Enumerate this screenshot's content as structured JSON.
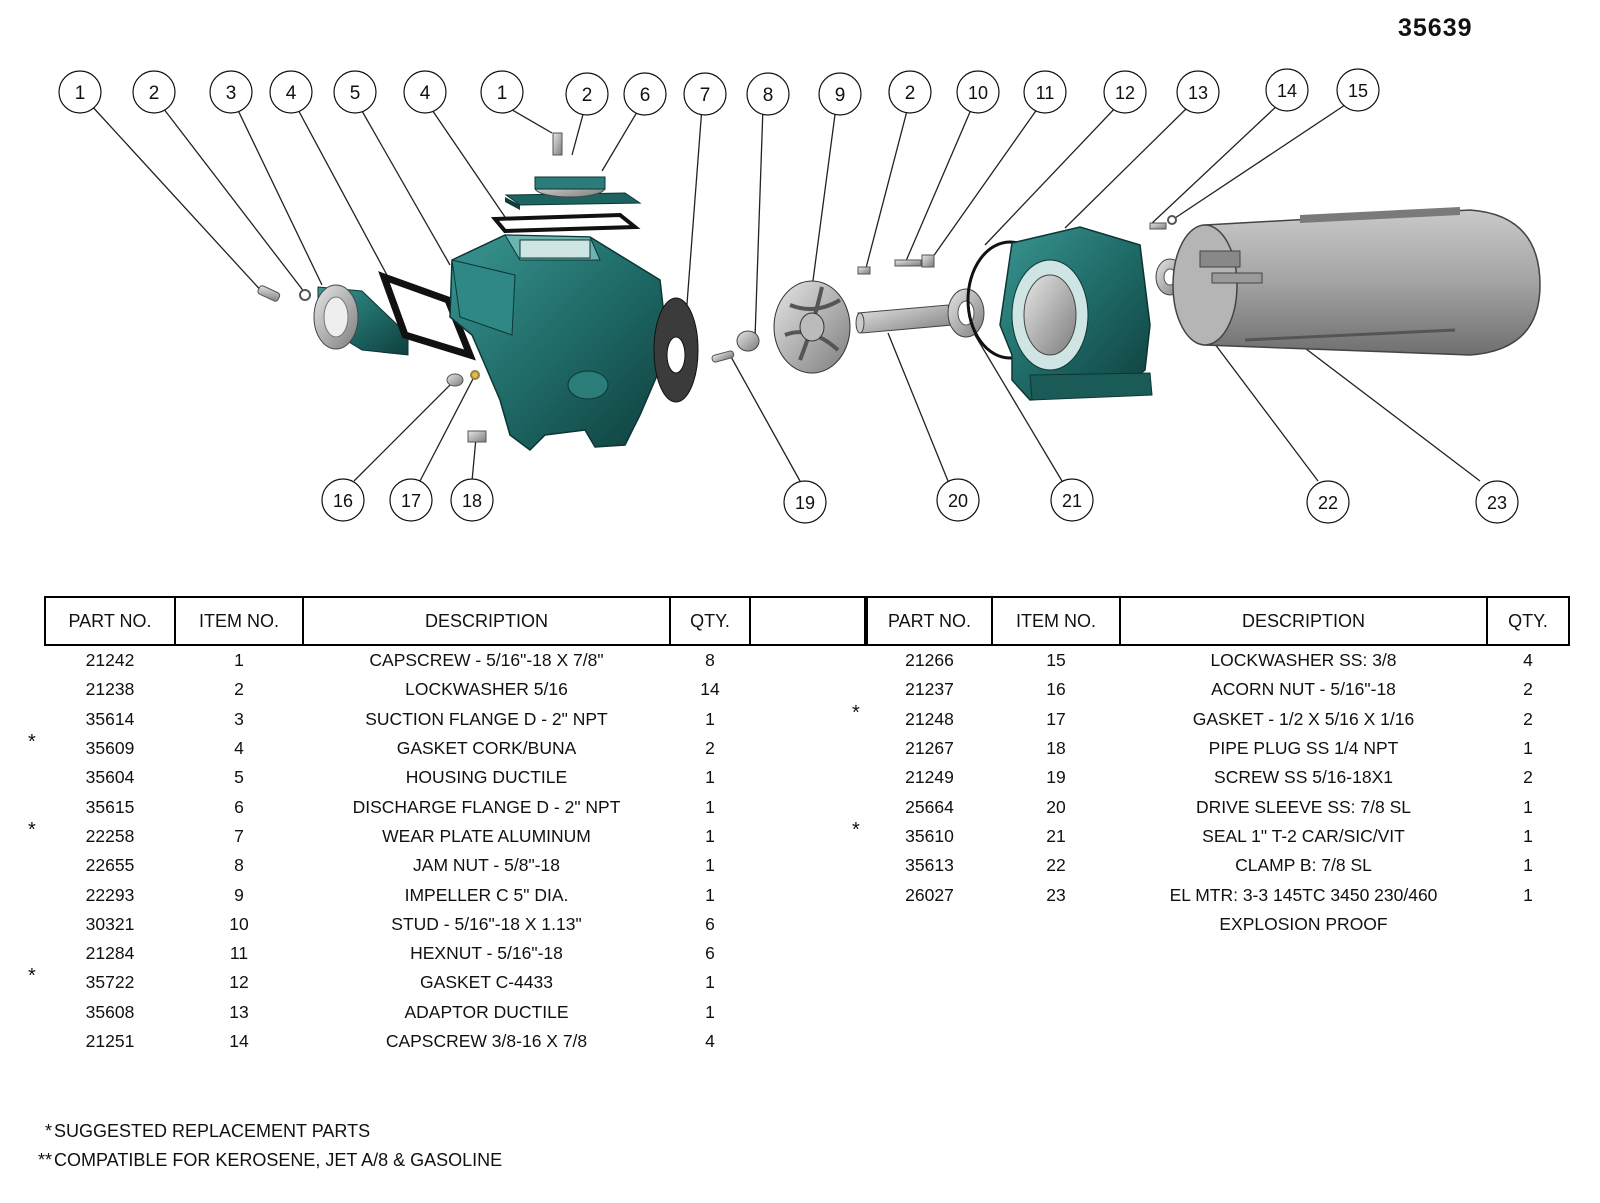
{
  "document": {
    "number": "35639"
  },
  "callouts": [
    "1",
    "2",
    "3",
    "4",
    "5",
    "4",
    "1",
    "2",
    "6",
    "7",
    "8",
    "9",
    "2",
    "10",
    "11",
    "12",
    "13",
    "14",
    "15",
    "16",
    "17",
    "18",
    "19",
    "20",
    "21",
    "22",
    "23"
  ],
  "table_headers": {
    "part_no": "PART NO.",
    "item_no": "ITEM NO.",
    "description": "DESCRIPTION",
    "qty": "QTY."
  },
  "parts_left": [
    {
      "flag": "",
      "part": "21242",
      "item": "1",
      "desc": "CAPSCREW - 5/16\"-18 X 7/8\"",
      "qty": "8"
    },
    {
      "flag": "",
      "part": "21238",
      "item": "2",
      "desc": "LOCKWASHER 5/16",
      "qty": "14"
    },
    {
      "flag": "",
      "part": "35614",
      "item": "3",
      "desc": "SUCTION FLANGE D - 2\"  NPT",
      "qty": "1"
    },
    {
      "flag": "*",
      "part": "35609",
      "item": "4",
      "desc": "GASKET CORK/BUNA",
      "qty": "2"
    },
    {
      "flag": "",
      "part": "35604",
      "item": "5",
      "desc": "HOUSING DUCTILE",
      "qty": "1"
    },
    {
      "flag": "",
      "part": "35615",
      "item": "6",
      "desc": "DISCHARGE FLANGE D - 2\"  NPT",
      "qty": "1"
    },
    {
      "flag": "*",
      "part": "22258",
      "item": "7",
      "desc": "WEAR PLATE ALUMINUM",
      "qty": "1"
    },
    {
      "flag": "",
      "part": "22655",
      "item": "8",
      "desc": "JAM NUT - 5/8\"-18",
      "qty": "1"
    },
    {
      "flag": "",
      "part": "22293",
      "item": "9",
      "desc": "IMPELLER C  5\" DIA.",
      "qty": "1"
    },
    {
      "flag": "",
      "part": "30321",
      "item": "10",
      "desc": "STUD - 5/16\"-18 X 1.13\"",
      "qty": "6"
    },
    {
      "flag": "",
      "part": "21284",
      "item": "11",
      "desc": "HEXNUT - 5/16\"-18",
      "qty": "6"
    },
    {
      "flag": "*",
      "part": "35722",
      "item": "12",
      "desc": "GASKET C-4433",
      "qty": "1"
    },
    {
      "flag": "",
      "part": "35608",
      "item": "13",
      "desc": "ADAPTOR DUCTILE",
      "qty": "1"
    },
    {
      "flag": "",
      "part": "21251",
      "item": "14",
      "desc": "CAPSCREW 3/8-16 X 7/8",
      "qty": "4"
    }
  ],
  "parts_right": [
    {
      "flag": "",
      "part": "21266",
      "item": "15",
      "desc": "LOCKWASHER SS: 3/8",
      "qty": "4"
    },
    {
      "flag": "",
      "part": "21237",
      "item": "16",
      "desc": "ACORN NUT - 5/16\"-18",
      "qty": "2"
    },
    {
      "flag": "*",
      "part": "21248",
      "item": "17",
      "desc": "GASKET - 1/2 X 5/16 X 1/16",
      "qty": "2"
    },
    {
      "flag": "",
      "part": "21267",
      "item": "18",
      "desc": "PIPE PLUG SS 1/4 NPT",
      "qty": "1"
    },
    {
      "flag": "",
      "part": "21249",
      "item": "19",
      "desc": "SCREW SS 5/16-18X1",
      "qty": "2"
    },
    {
      "flag": "",
      "part": "25664",
      "item": "20",
      "desc": "DRIVE SLEEVE SS: 7/8 SL",
      "qty": "1"
    },
    {
      "flag": "*",
      "part": "35610",
      "item": "21",
      "desc": "SEAL 1\" T-2 CAR/SIC/VIT",
      "qty": "1"
    },
    {
      "flag": "",
      "part": "35613",
      "item": "22",
      "desc": "CLAMP B: 7/8 SL",
      "qty": "1"
    },
    {
      "flag": "",
      "part": "26027",
      "item": "23",
      "desc": "EL MTR: 3-3 145TC 3450 230/460",
      "qty": "1"
    },
    {
      "flag": "",
      "part": "",
      "item": "",
      "desc": "EXPLOSION PROOF",
      "qty": ""
    }
  ],
  "footnotes": [
    {
      "mark": "*",
      "text": "SUGGESTED REPLACEMENT PARTS"
    },
    {
      "mark": "**",
      "text": "COMPATIBLE FOR KEROSENE, JET A/8 & GASOLINE"
    }
  ],
  "colors": {
    "pump_teal": "#1f6b68",
    "motor_gray": "#9a9a9a",
    "steel": "#bdbdbd",
    "rule": "#000000"
  }
}
